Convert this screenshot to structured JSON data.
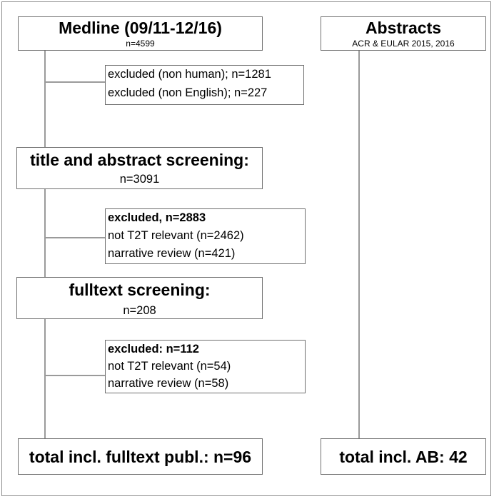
{
  "medline": {
    "title": "Medline (09/11-12/16)",
    "count": "n=4599"
  },
  "abstracts": {
    "title": "Abstracts",
    "subtitle": "ACR & EULAR 2015, 2016"
  },
  "exclusion1": {
    "line1": "excluded (non human); n=1281",
    "line2": "excluded (non English); n=227"
  },
  "title_abstract": {
    "title": "title and abstract screening:",
    "count": "n=3091"
  },
  "exclusion2": {
    "heading": "excluded, n=2883",
    "line1": " not T2T relevant (n=2462)",
    "line2": " narrative review (n=421)"
  },
  "fulltext": {
    "title": "fulltext screening:",
    "count": "n=208"
  },
  "exclusion3": {
    "heading": "excluded: n=112",
    "line1": " not T2T relevant (n=54)",
    "line2": "  narrative review (n=58)"
  },
  "total_fulltext": {
    "label": "total incl. fulltext publ.: n=96"
  },
  "total_ab": {
    "label": "total incl. AB: 42"
  }
}
